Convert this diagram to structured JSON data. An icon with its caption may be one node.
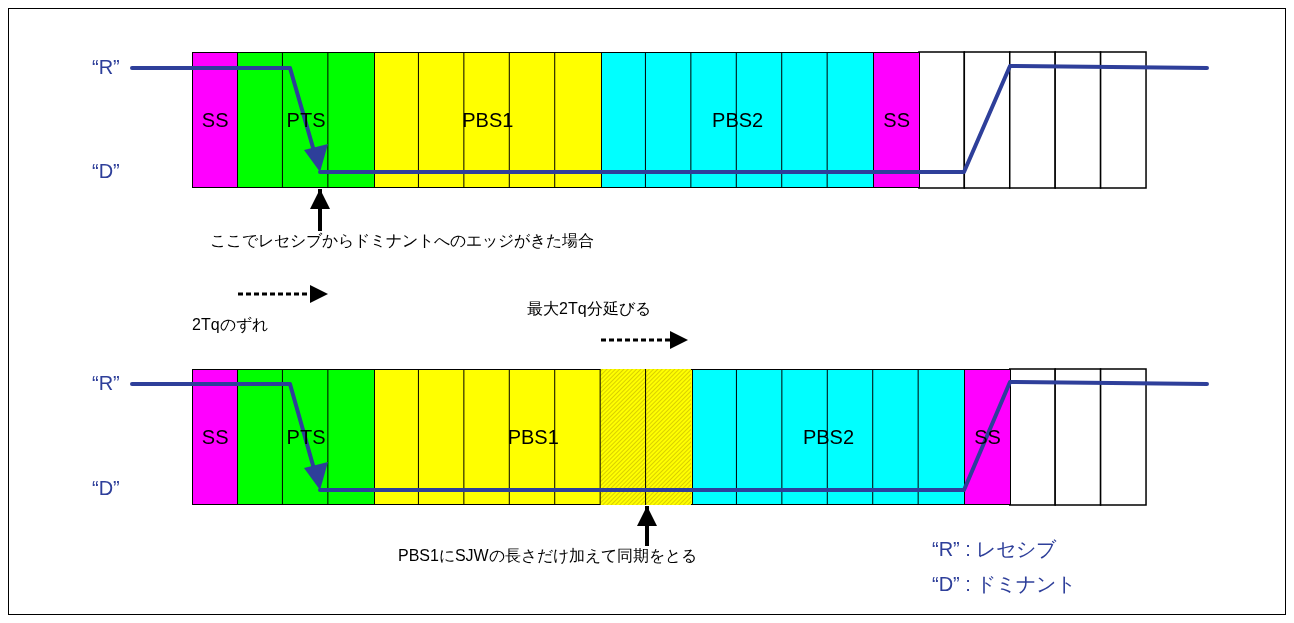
{
  "diagram": {
    "nodes": [
      {
        "text": [
          "SS"
        ]
      },
      {
        "text": [
          "PTS"
        ]
      },
      {
        "text": [
          "PBS1"
        ]
      },
      {
        "text": [
          "PBS2"
        ]
      },
      {
        "text": [
          "SS"
        ]
      },
      {
        "text": [
          "SS"
        ]
      },
      {
        "text": [
          "PTS"
        ]
      },
      {
        "text": [
          "PBS1"
        ]
      },
      {
        "text": [
          "PBS2"
        ]
      },
      {
        "text": [
          "SS"
        ]
      },
      {
        "text": [
          "ここでレセシブからドミナントへのエッジがきた場合"
        ]
      },
      {
        "text": [
          "PBS1にSJWの長さだけ加えて同期をとる"
        ]
      }
    ],
    "edges": [
      {
        "from": 10,
        "to": 1,
        "arrow": "to"
      },
      {
        "from": 11,
        "to": 7,
        "arrow": "to"
      }
    ],
    "labels": [
      "“R”",
      "“D”",
      "2Tqのずれ",
      "最大2Tq分延びる",
      "“R”",
      "“D”",
      "“R” : レセシブ",
      "“D” : ドミナント"
    ]
  }
}
